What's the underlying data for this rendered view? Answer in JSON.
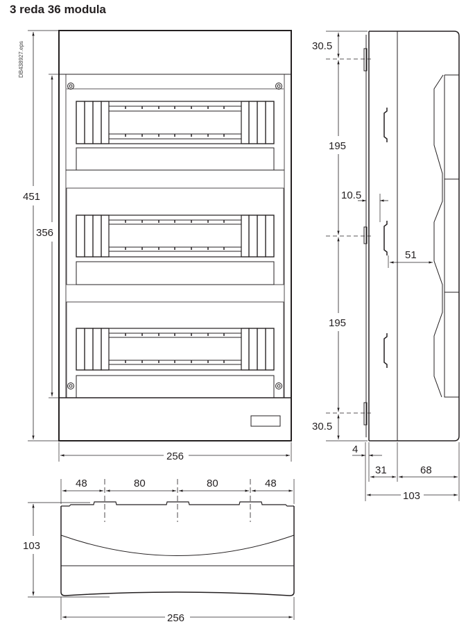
{
  "title": "3 reda 36 modula",
  "file_reference": "DB438927.eps",
  "front_view": {
    "rows": 3,
    "dimensions": {
      "total_height": "451",
      "inner_height": "356",
      "width": "256"
    }
  },
  "side_view": {
    "dimensions": {
      "top_offset": "30.5",
      "rail_spacing_top": "195",
      "rail_offset": "10.5",
      "rail_depth": "51",
      "rail_spacing_bottom": "195",
      "bottom_offset": "30.5",
      "wall_thickness": "4",
      "back_depth": "31",
      "front_depth": "68",
      "total_depth": "103"
    }
  },
  "top_view": {
    "dimensions": {
      "segment_1": "48",
      "segment_2": "80",
      "segment_3": "80",
      "segment_4": "48",
      "depth": "103",
      "width": "256"
    }
  }
}
